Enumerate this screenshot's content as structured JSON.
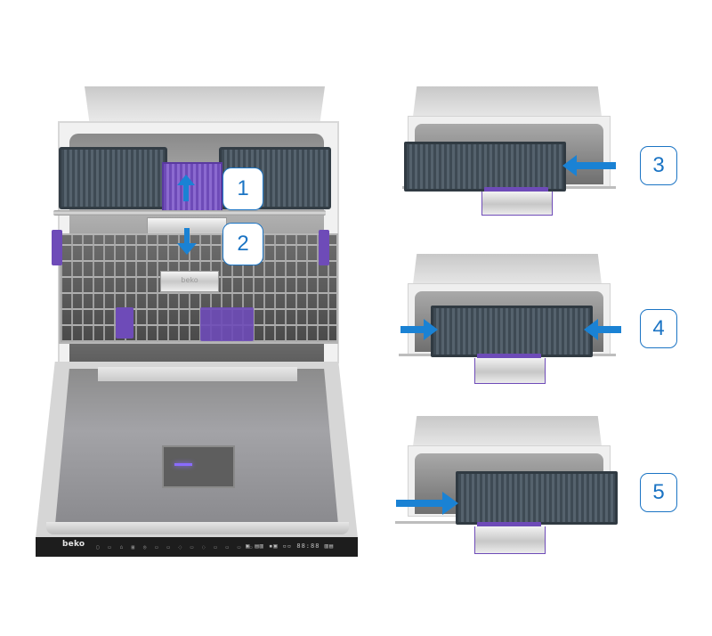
{
  "figure": {
    "subject": "Dishwasher cutlery tray adjustment",
    "brand_label": "beko",
    "handle_brand_label": "beko",
    "control_panel": {
      "icons_text": "▢ ▭ ⌂ ▣ ◎ ▭ ▭ ◌ ▭ ◌ ▭ ▭ ▭ ▭",
      "display_text": "▣ ▤▥ ▪▣ ▫▫ 88:88 ▥▤"
    },
    "colors": {
      "accent_blue": "#1b74c4",
      "arrow_blue": "#1a82d4",
      "tray_purple": "#6e4bb8",
      "tray_dark": "#3e4a54",
      "control_panel": "#1d1d1d"
    }
  },
  "steps": [
    {
      "number": "1",
      "arrow": "up",
      "description": "Lift middle purple cutlery section"
    },
    {
      "number": "2",
      "arrow": "down",
      "description": "Push handle section down"
    },
    {
      "number": "3",
      "arrow": "left",
      "description": "Slide tray to the left"
    },
    {
      "number": "4",
      "arrow": "inward-both",
      "description": "Push both sides inward"
    },
    {
      "number": "5",
      "arrow": "right",
      "description": "Slide tray to the right"
    }
  ]
}
